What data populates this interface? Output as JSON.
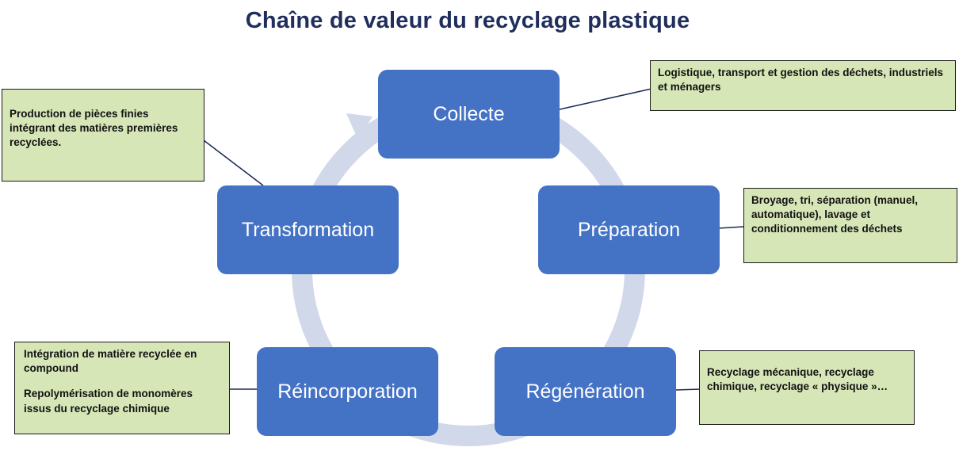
{
  "title": "Chaîne de valeur du recyclage plastique",
  "colors": {
    "step_fill": "#4472c4",
    "cycle_arrow": "#d0d8ea",
    "note_fill": "#d6e6b7",
    "title_color": "#1f2e5c"
  },
  "steps": [
    {
      "label": "Collecte"
    },
    {
      "label": "Préparation"
    },
    {
      "label": "Régénération"
    },
    {
      "label": "Réincorporation"
    },
    {
      "label": "Transformation"
    }
  ],
  "notes": {
    "collecte": [
      "Logistique, transport et gestion des déchets, industriels et ménagers"
    ],
    "preparation": [
      "Broyage, tri, séparation (manuel, automatique), lavage et conditionnement des déchets"
    ],
    "regeneration": [
      "Recyclage mécanique, recyclage chimique, recyclage « physique »…"
    ],
    "reincorporation": [
      "Intégration de matière recyclée en compound",
      "Repolymérisation de monomères issus du recyclage chimique"
    ],
    "transformation": [
      "Production de pièces finies intégrant des matières premières recyclées."
    ]
  }
}
